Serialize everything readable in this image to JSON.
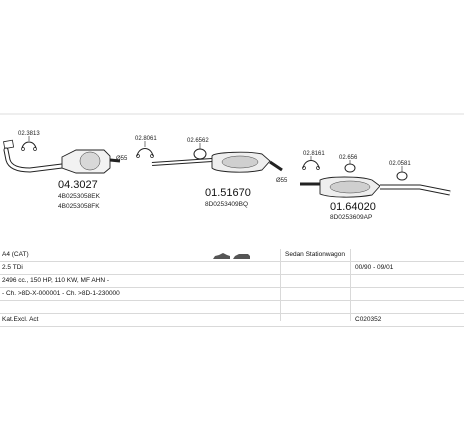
{
  "parts": {
    "clamp1": "02.3813",
    "cat": {
      "number": "04.3027",
      "oe1": "4B0253058EK",
      "oe2": "4B0253058FK"
    },
    "clamp2": "02.8061",
    "hanger1": "02.6562",
    "mid": {
      "number": "01.51670",
      "oe1": "8D0253409BQ"
    },
    "clamp3": "02.8161",
    "hanger2": "02.656",
    "hanger3": "02.0581",
    "rear": {
      "number": "01.64020",
      "oe1": "8D0253609AP"
    }
  },
  "diameters": {
    "d1": "Ø55",
    "d2": "Ø55"
  },
  "info": {
    "model": "A4 (CAT)",
    "body": "Sedan Stationwagon",
    "engine": "2.5 TDi",
    "years": "00/90 - 09/01",
    "specs": "2496 cc., 150 HP, 110 KW, MF AHN -",
    "chassis": "- Ch. >8D-X-000001 - Ch. >8D-1-230000",
    "kit_label": "Kat.Excl. Act",
    "kit_code": "C020352"
  }
}
